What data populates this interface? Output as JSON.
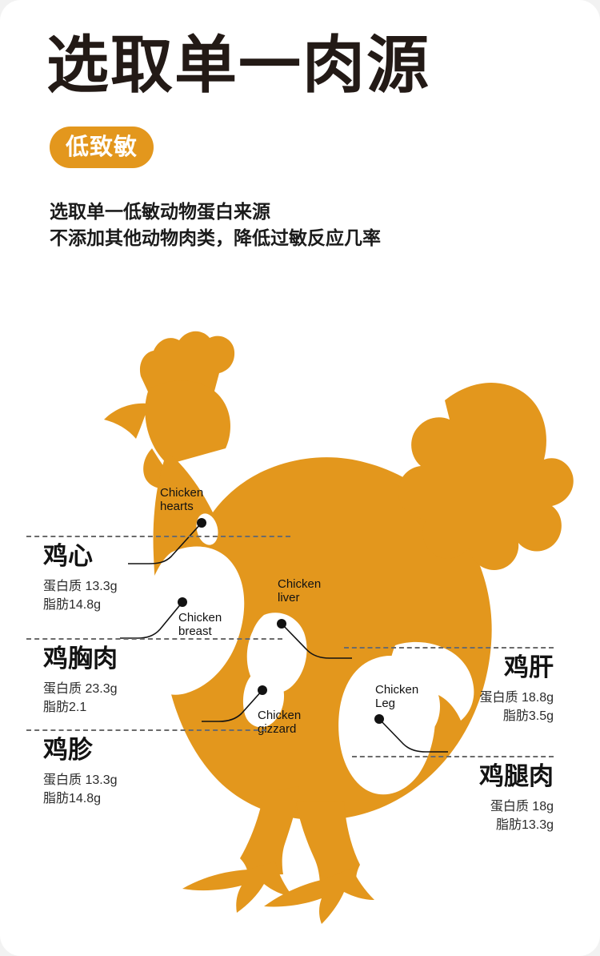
{
  "header": {
    "title": "选取单一肉源",
    "badge": "低致敏",
    "subtitle_line1": "选取单一低敏动物蛋白来源",
    "subtitle_line2": "不添加其他动物肉类，降低过敏反应几率"
  },
  "colors": {
    "chicken_orange": "#e3971d",
    "badge_orange": "#e3971d",
    "title_dark": "#231a16",
    "rule_gray": "#6b6b6b",
    "page_background": "#ffffff",
    "outer_background": "#f2f2f2"
  },
  "diagram": {
    "alt": "chicken-silhouette-cuts-diagram",
    "callouts": [
      {
        "key": "hearts",
        "line1": "Chicken",
        "line2": "hearts"
      },
      {
        "key": "breast",
        "line1": "Chicken",
        "line2": "breast"
      },
      {
        "key": "liver",
        "line1": "Chicken",
        "line2": "liver"
      },
      {
        "key": "gizzard",
        "line1": "Chicken",
        "line2": "gizzard"
      },
      {
        "key": "leg",
        "line1": "Chicken",
        "line2": "Leg"
      }
    ]
  },
  "cuts": [
    {
      "key": "heart",
      "name": "鸡心",
      "protein": "蛋白质 13.3g",
      "fat": "脂肪14.8g",
      "side": "left"
    },
    {
      "key": "breast",
      "name": "鸡胸肉",
      "protein": "蛋白质 23.3g",
      "fat": "脂肪2.1",
      "side": "left"
    },
    {
      "key": "gizzard",
      "name": "鸡胗",
      "protein": "蛋白质 13.3g",
      "fat": "脂肪14.8g",
      "side": "left"
    },
    {
      "key": "liver",
      "name": "鸡肝",
      "protein": "蛋白质 18.8g",
      "fat": "脂肪3.5g",
      "side": "right"
    },
    {
      "key": "thigh",
      "name": "鸡腿肉",
      "protein": "蛋白质 18g",
      "fat": "脂肪13.3g",
      "side": "right"
    }
  ]
}
